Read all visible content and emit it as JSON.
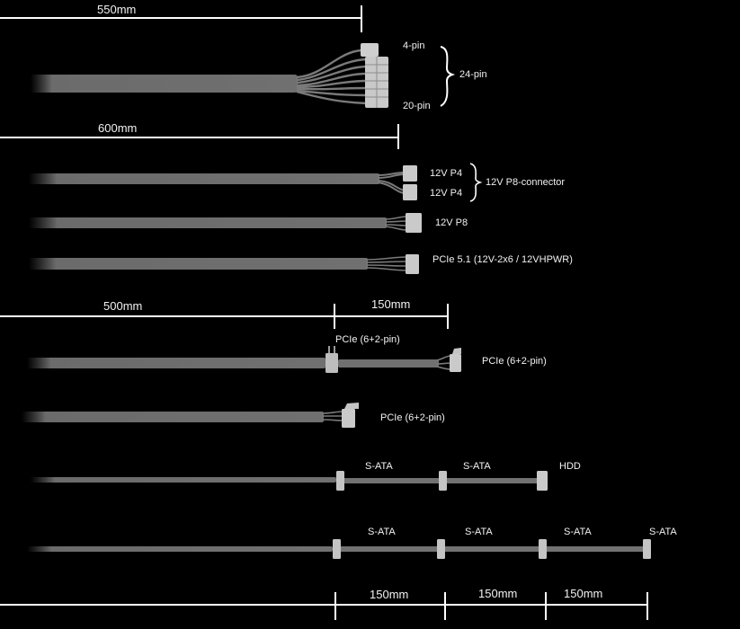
{
  "dimensions": {
    "main_550": "550mm",
    "main_600": "600mm",
    "pcie_500": "500mm",
    "pcie_150": "150mm",
    "sata_150_a": "150mm",
    "sata_150_b": "150mm",
    "sata_150_c": "150mm"
  },
  "atx": {
    "pin4": "4-pin",
    "pin20": "20-pin",
    "pin24": "24-pin"
  },
  "eps": {
    "p4_top": "12V P4",
    "p4_bottom": "12V P4",
    "p8_group": "12V P8-connector",
    "p8": "12V P8"
  },
  "pcie5": {
    "label": "PCIe 5.1 (12V-2x6 / 12VHPWR)"
  },
  "pcie_dual": {
    "first": "PCIe (6+2-pin)",
    "second": "PCIe (6+2-pin)"
  },
  "pcie_single": {
    "label": "PCIe (6+2-pin)"
  },
  "sata_hdd": {
    "sata1": "S-ATA",
    "sata2": "S-ATA",
    "hdd": "HDD"
  },
  "sata_quad": {
    "sata1": "S-ATA",
    "sata2": "S-ATA",
    "sata3": "S-ATA",
    "sata4": "S-ATA"
  },
  "colors": {
    "background": "#000000",
    "cable": "#6b6b6b",
    "connector": "#c9c9c9",
    "line": "#ffffff"
  }
}
